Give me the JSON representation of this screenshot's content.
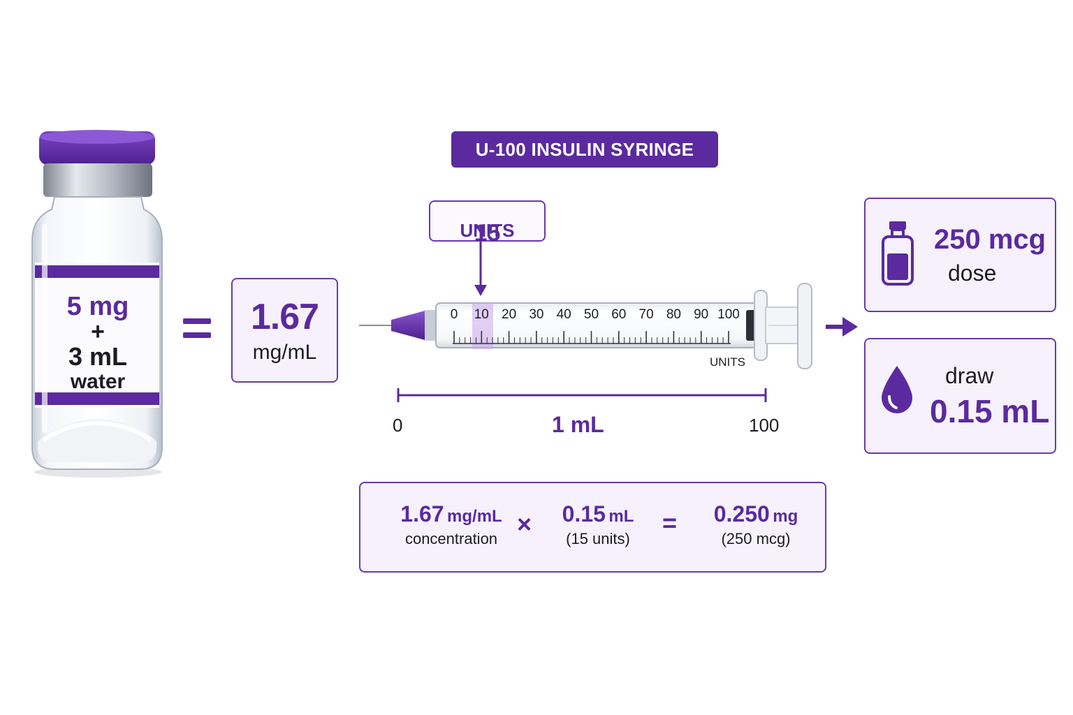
{
  "header": {
    "title": "U-100 INSULIN SYRINGE"
  },
  "vial": {
    "line1": "5 mg",
    "line2": "+",
    "line3": "3 mL",
    "line4": "water"
  },
  "concentration": {
    "value": "1.67",
    "unit": "mg/mL"
  },
  "syringe": {
    "callout_number": "15",
    "callout_units": "UNITS",
    "marked_value": 15,
    "scale_ticks": [
      "0",
      "10",
      "20",
      "30",
      "40",
      "50",
      "60",
      "70",
      "80",
      "90",
      "100"
    ],
    "units_label": "UNITS"
  },
  "scale": {
    "start": "0",
    "middle": "1 mL",
    "end": "100"
  },
  "dose": {
    "value": "250 mcg",
    "label": "dose"
  },
  "draw": {
    "label": "draw",
    "value": "0.15 mL"
  },
  "calculation": {
    "term1_value": "1.67",
    "term1_unit": "mg/mL",
    "term1_label": "concentration",
    "times": "×",
    "term2_value": "0.15",
    "term2_unit": "mL",
    "term2_label": "(15 units)",
    "equals": "=",
    "result_value": "0.250",
    "result_unit": "mg",
    "result_label": "(250 mcg)"
  },
  "colors": {
    "accent": "#5b2a9e",
    "box_bg": "#f6f1fc",
    "highlight": "#c9a8ec"
  }
}
